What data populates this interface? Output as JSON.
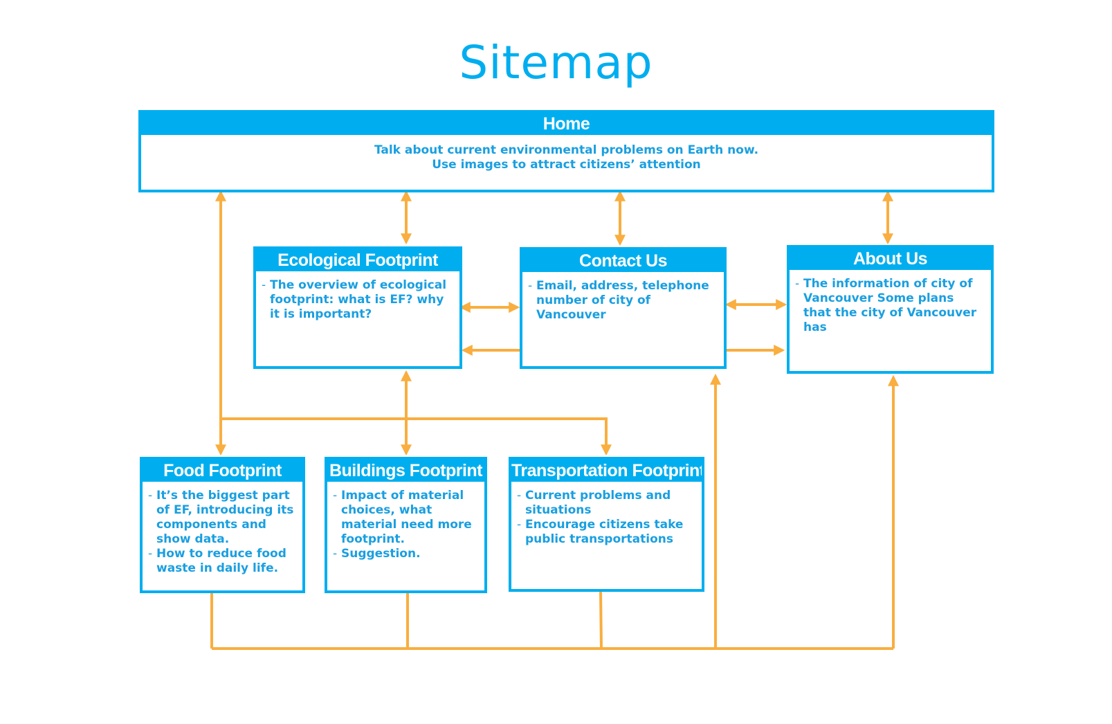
{
  "title": "Sitemap",
  "colors": {
    "box": "#00aeef",
    "text": "#1a9fe0",
    "arrow": "#f9ae3f"
  },
  "home": {
    "title": "Home",
    "lines": [
      "Talk about current environmental problems on Earth now.",
      "Use images to attract citizens’ attention"
    ]
  },
  "nodes": {
    "ecological": {
      "title": "Ecological Footprint",
      "items": [
        "The overview of ecological footprint: what is EF? why it is important?"
      ]
    },
    "contact": {
      "title": "Contact Us",
      "items": [
        "Email, address, telephone number of city of Vancouver"
      ]
    },
    "about": {
      "title": "About Us",
      "items": [
        "The information of city of Vancouver Some plans that the city of Vancouver has"
      ]
    },
    "food": {
      "title": "Food Footprint",
      "items": [
        "It’s the biggest part of EF, introducing its components and show data.",
        "How to reduce food waste in daily life."
      ]
    },
    "buildings": {
      "title": "Buildings Footprint",
      "items": [
        "Impact of material choices, what material need more footprint.",
        "Suggestion."
      ]
    },
    "transportation": {
      "title": "Transportation Footprint",
      "items": [
        "Current problems and situations",
        "Encourage citizens take public transportations"
      ]
    }
  }
}
